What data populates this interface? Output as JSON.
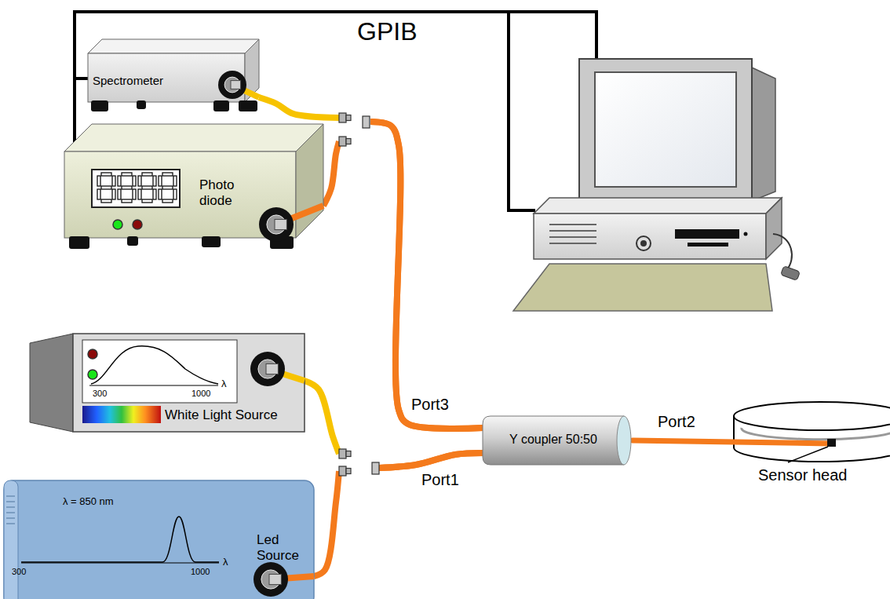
{
  "diagram": {
    "nodes": [
      {
        "text": [
          "Spectrometer"
        ]
      },
      {
        "text": [
          "Photo diode"
        ]
      },
      {
        "text": [
          "300",
          "1000",
          "λ",
          "White Light Source"
        ]
      },
      {
        "text": [
          "Y coupler 50:50"
        ]
      },
      {
        "text": [
          "λ = 850 nm",
          "300",
          "1000",
          "λ",
          "Led Source"
        ]
      }
    ],
    "edges": [
      {
        "from": 0,
        "to": 3,
        "arrow": "none"
      },
      {
        "from": 1,
        "to": 3,
        "arrow": "none"
      },
      {
        "from": 2,
        "to": 3,
        "arrow": "none"
      },
      {
        "from": 4,
        "to": 3,
        "arrow": "none"
      }
    ],
    "labels": [
      "GPIB",
      "Port3",
      "Port1",
      "Port2",
      "Sensor head"
    ]
  }
}
